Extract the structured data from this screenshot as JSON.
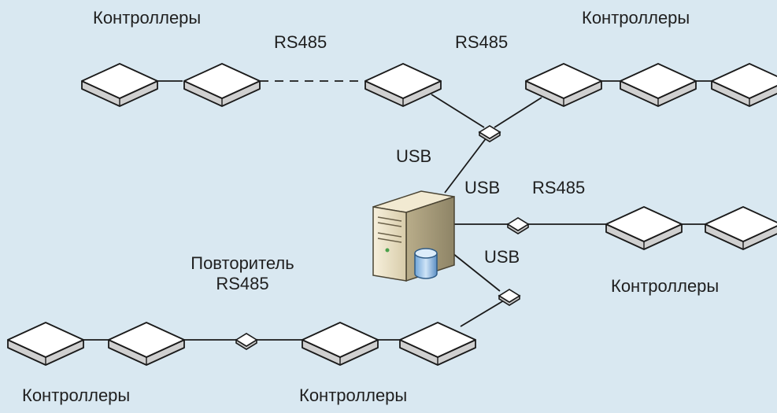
{
  "labels": {
    "controllers_top_left": "Контроллеры",
    "controllers_top_right": "Контроллеры",
    "rs485_top_left": "RS485",
    "rs485_top_right": "RS485",
    "usb_top": "USB",
    "usb_right": "USB",
    "rs485_right": "RS485",
    "usb_bottom": "USB",
    "repeater_line1": "Повторитель",
    "repeater_line2": "RS485",
    "controllers_right": "Контроллеры",
    "controllers_bottom_left": "Контроллеры",
    "controllers_bottom_mid": "Контроллеры"
  },
  "icons": {
    "controller": "controller-box-icon",
    "hub": "hub-diamond-icon",
    "server": "server-computer-icon",
    "database": "database-cylinder-icon"
  },
  "colors": {
    "background": "#d9e8f1",
    "line": "#1a1a1a",
    "device_top": "#ffffff",
    "device_side": "#d0d0d0"
  }
}
